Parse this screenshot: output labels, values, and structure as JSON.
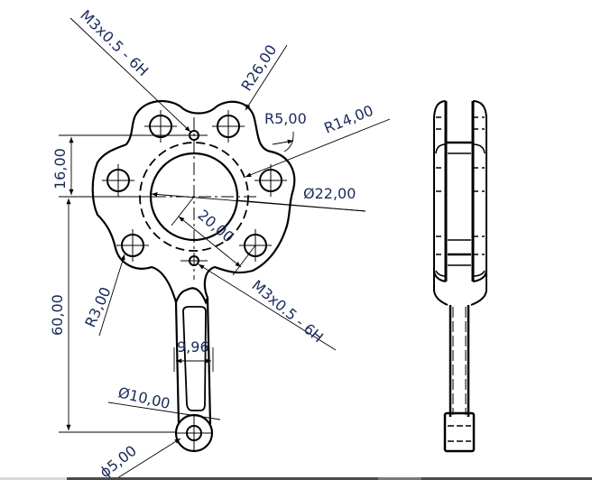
{
  "drawing": {
    "front_view": {
      "dimensions": {
        "thread_top": "M3x0.5 - 6H",
        "thread_bottom": "M3x0.5 - 6H",
        "outer_radius": "R26,00",
        "fillet_radius": "R5,00",
        "bolt_circle_radius": "R14,00",
        "bore_diameter": "Ø22,00",
        "offset_distance": "20,00",
        "vertical_top": "16,00",
        "vertical_main": "60,00",
        "arm_fillet_radius": "R3,00",
        "arm_width": "9,96",
        "eye_outer_diameter": "Ø10,00",
        "eye_inner_diameter": "ϕ5,00"
      }
    },
    "side_view": {
      "label": ""
    },
    "colors": {
      "line": "#000000",
      "dimension_text": "#1a2a5a",
      "background": "#ffffff"
    }
  }
}
